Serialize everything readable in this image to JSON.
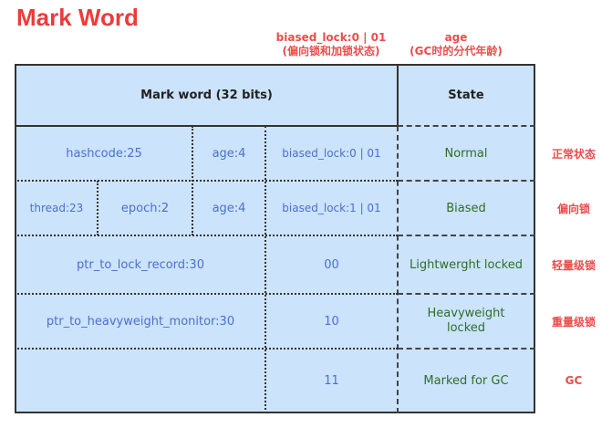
{
  "title": "Mark Word",
  "annotations": {
    "biased_lock_line1": "biased_lock:0 | 01",
    "biased_lock_line2": "(偏向锁和加锁状态)",
    "age_line1": "age",
    "age_line2": "(GC时的分代年龄)"
  },
  "header": {
    "mark_word": "Mark word  (32 bits)",
    "state": "State"
  },
  "rows": [
    {
      "cells": [
        "hashcode:25",
        "age:4",
        "biased_lock:0 | 01"
      ],
      "state": "Normal",
      "side_label": "正常状态"
    },
    {
      "cells": [
        "thread:23",
        "epoch:2",
        "age:4",
        "biased_lock:1 | 01"
      ],
      "state": "Biased",
      "side_label": "偏向锁"
    },
    {
      "cells": [
        "ptr_to_lock_record:30",
        "00"
      ],
      "state": "Lightwerght locked",
      "side_label": "轻量级锁"
    },
    {
      "cells": [
        "ptr_to_heavyweight_monitor:30",
        "10"
      ],
      "state": "Heavyweight locked",
      "side_label": "重量级锁"
    },
    {
      "cells": [
        "",
        "11"
      ],
      "state": "Marked for GC",
      "side_label": "GC"
    }
  ]
}
